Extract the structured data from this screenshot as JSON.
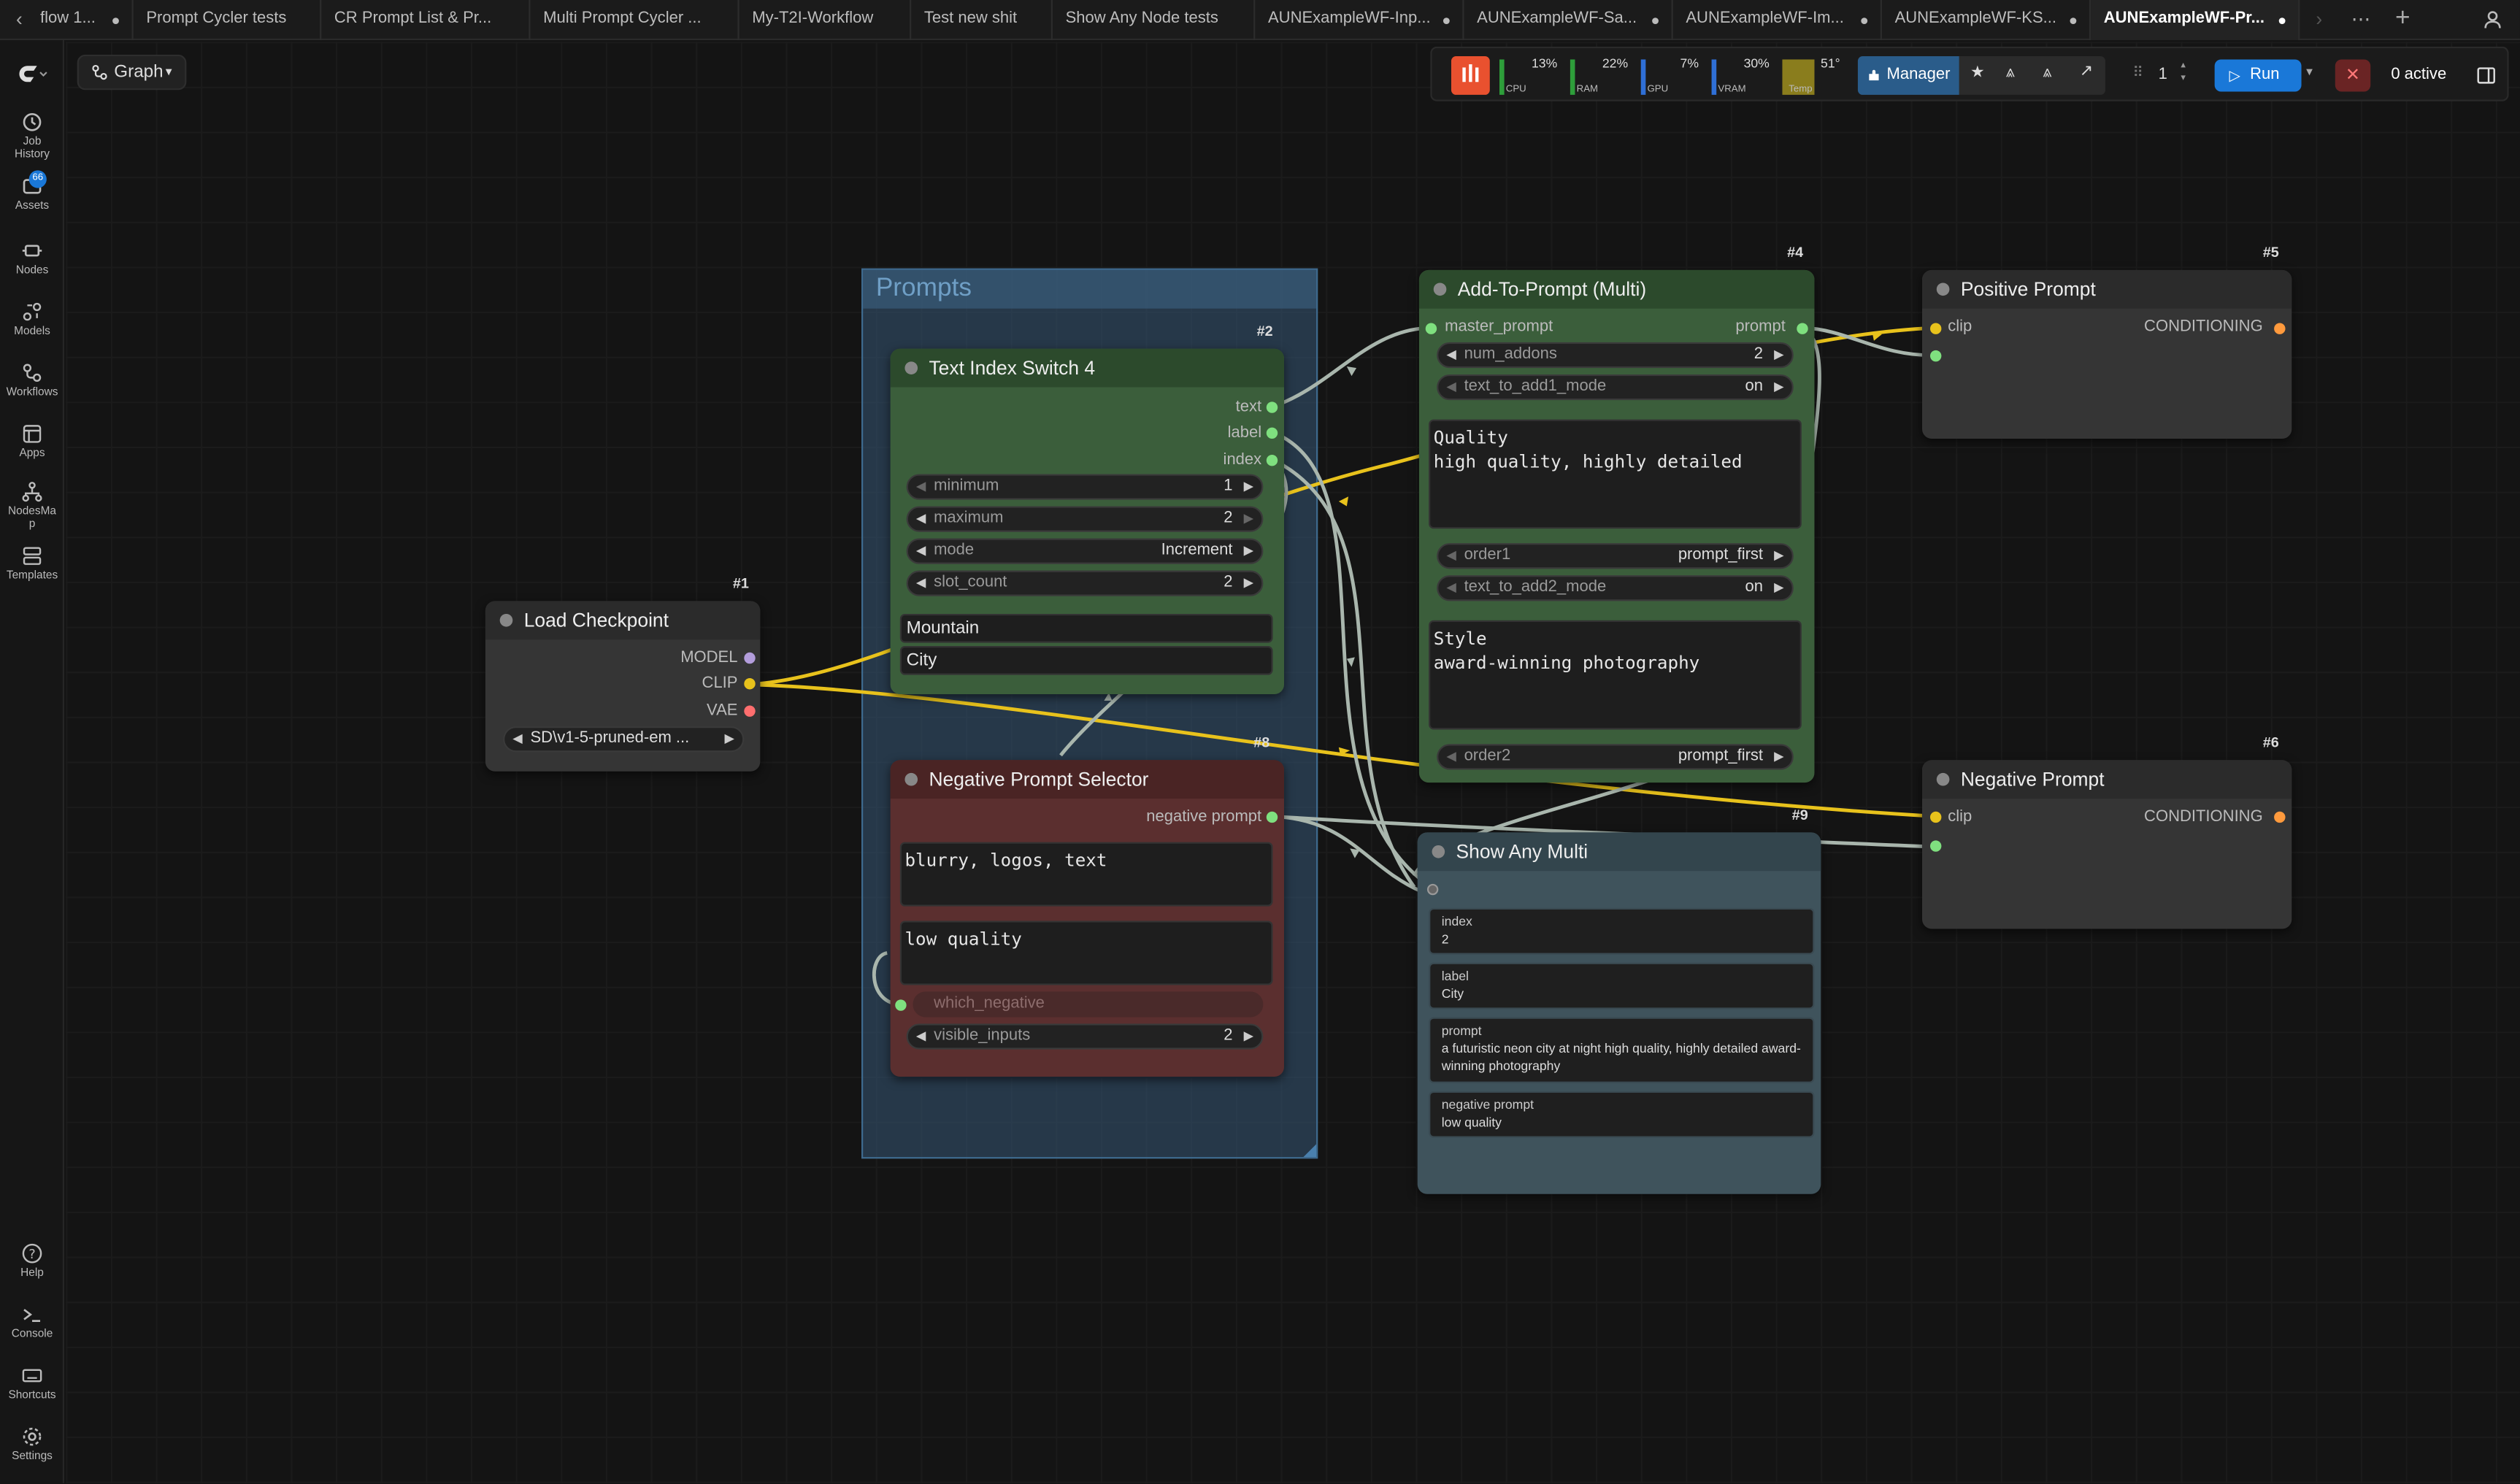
{
  "tabs": [
    {
      "label": "flow 1...",
      "modified": true
    },
    {
      "label": "Prompt Cycler tests"
    },
    {
      "label": "CR Prompt List & Pr..."
    },
    {
      "label": "Multi Prompt Cycler ..."
    },
    {
      "label": "My-T2I-Workflow"
    },
    {
      "label": "Test new shit"
    },
    {
      "label": "Show Any Node tests"
    },
    {
      "label": "AUNExampleWF-Inp...",
      "modified": true
    },
    {
      "label": "AUNExampleWF-Sa...",
      "modified": true
    },
    {
      "label": "AUNExampleWF-Im...",
      "modified": true
    },
    {
      "label": "AUNExampleWF-KS...",
      "modified": true
    },
    {
      "label": "AUNExampleWF-Pr...",
      "modified": true,
      "active": true
    }
  ],
  "sidebar": {
    "items": [
      {
        "label": "Job History",
        "icon": "history-icon"
      },
      {
        "label": "Assets",
        "icon": "assets-icon",
        "badge": "66"
      },
      {
        "label": "Nodes",
        "icon": "nodes-icon"
      },
      {
        "label": "Models",
        "icon": "models-icon"
      },
      {
        "label": "Workflows",
        "icon": "workflows-icon"
      },
      {
        "label": "Apps",
        "icon": "apps-icon"
      },
      {
        "label": "NodesMap",
        "icon": "nodesmap-icon"
      },
      {
        "label": "Templates",
        "icon": "templates-icon"
      }
    ],
    "bottom": [
      {
        "label": "Help",
        "icon": "help-icon"
      },
      {
        "label": "Console",
        "icon": "console-icon"
      },
      {
        "label": "Shortcuts",
        "icon": "keyboard-icon"
      },
      {
        "label": "Settings",
        "icon": "gear-icon"
      }
    ]
  },
  "view_mode": "Graph",
  "toolbar": {
    "meters": [
      {
        "name": "CPU",
        "value": "13%",
        "color": "#2e9e3a"
      },
      {
        "name": "RAM",
        "value": "22%",
        "color": "#2e9e3a"
      },
      {
        "name": "GPU",
        "value": "7%",
        "color": "#2f6fd6"
      },
      {
        "name": "VRAM",
        "value": "30%",
        "color": "#2f6fd6"
      },
      {
        "name": "Temp",
        "value": "51°",
        "color": "#b7a52a"
      }
    ],
    "manager_label": "Manager",
    "queue_count": "1",
    "run_label": "Run",
    "active_label": "0 active"
  },
  "group": {
    "title": "Prompts"
  },
  "nodes": {
    "load_checkpoint": {
      "id": "#1",
      "title": "Load Checkpoint",
      "outputs": [
        "MODEL",
        "CLIP",
        "VAE"
      ],
      "ckpt": "SD\\v1-5-pruned-em ..."
    },
    "text_index_switch": {
      "id": "#2",
      "title": "Text Index Switch 4",
      "outputs": [
        "text",
        "label",
        "index"
      ],
      "widgets": [
        {
          "name": "minimum",
          "value": "1"
        },
        {
          "name": "maximum",
          "value": "2"
        },
        {
          "name": "mode",
          "value": "Increment"
        },
        {
          "name": "slot_count",
          "value": "2"
        }
      ],
      "texts": [
        "Mountain",
        "City"
      ]
    },
    "add_to_prompt": {
      "id": "#4",
      "title": "Add-To-Prompt (Multi)",
      "input": "master_prompt",
      "output": "prompt",
      "num_addons": {
        "name": "num_addons",
        "value": "2"
      },
      "mode1": {
        "name": "text_to_add1_mode",
        "value": "on"
      },
      "text1": "Quality\nhigh quality, highly detailed",
      "order1": {
        "name": "order1",
        "value": "prompt_first"
      },
      "mode2": {
        "name": "text_to_add2_mode",
        "value": "on"
      },
      "text2": "Style\naward-winning photography",
      "order2": {
        "name": "order2",
        "value": "prompt_first"
      }
    },
    "positive_prompt": {
      "id": "#5",
      "title": "Positive Prompt",
      "input": "clip",
      "output": "CONDITIONING"
    },
    "negative_prompt": {
      "id": "#6",
      "title": "Negative Prompt",
      "input": "clip",
      "output": "CONDITIONING"
    },
    "negative_selector": {
      "id": "#8",
      "title": "Negative Prompt Selector",
      "output": "negative prompt",
      "text1": "blurry, logos, text",
      "text2": "low quality",
      "which_negative": "which_negative",
      "visible_inputs": {
        "name": "visible_inputs",
        "value": "2"
      }
    },
    "show_any": {
      "id": "#9",
      "title": "Show Any Multi",
      "entries": [
        {
          "key": "index",
          "value": "2"
        },
        {
          "key": "label",
          "value": "City"
        },
        {
          "key": "prompt",
          "value": "a futuristic neon city at night high quality, highly detailed award-winning photography"
        },
        {
          "key": "negative prompt",
          "value": "low quality"
        }
      ]
    }
  },
  "colors": {
    "clip_link": "#e8c21c",
    "generic_link": "#a9b6ad",
    "green_node": "#345a34",
    "red_node": "#5a2a2a",
    "show_node": "#3a4e57",
    "accent": "#1a78d8"
  }
}
